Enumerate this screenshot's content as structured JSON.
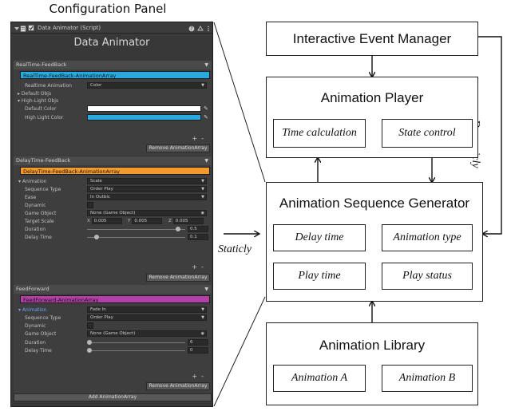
{
  "panel_title": "Configuration Panel",
  "inspector": {
    "component_name": "Data Animator (Script)",
    "header_icons": [
      "help-icon",
      "preset-icon",
      "kebab-menu-icon"
    ],
    "title": "Data Animator",
    "plus_label": "+",
    "minus_label": "-",
    "sections": {
      "realtime": {
        "header": "RealTime-FeedBack",
        "array_name": "RealTime-FeedBack-AnimationArray",
        "array_color": "#29a9e0",
        "realtime_animation_label": "Realtime Animation",
        "realtime_animation_value": "Color",
        "default_objs_label": "Default Objs",
        "highlight_objs_label": "High-Light Objs",
        "default_color_label": "Default Color",
        "default_color": "#ffffff",
        "highlight_color_label": "High Light Color",
        "highlight_color": "#29a9e0",
        "remove_button": "Remove AnimationArray"
      },
      "delay": {
        "header": "DelayTime-FeedBack",
        "array_name": "DelayTime-FeedBack-AnimationArray",
        "array_color": "#f39a2e",
        "animation_label": "Animation",
        "animation_value": "Scale",
        "sequence_type_label": "Sequence Type",
        "sequence_type_value": "Order Play",
        "ease_label": "Ease",
        "ease_value": "In Outbic",
        "dynamic_label": "Dynamic",
        "game_object_label": "Game Object",
        "game_object_value": "None (Game Object)",
        "target_scale_label": "Target Scale",
        "target_scale": {
          "x": "0.005",
          "y": "0.005",
          "z": "0.005"
        },
        "duration_label": "Duration",
        "duration_value": "0.5",
        "duration_fraction": 0.95,
        "delay_time_label": "Delay Time",
        "delay_time_value": "0.1",
        "delay_time_fraction": 0.08,
        "remove_button": "Remove AnimationArray"
      },
      "feedforward": {
        "header": "FeedForward",
        "array_name": "FeedForward-AnimationArray",
        "array_color": "#b43fa8",
        "animation_label": "Animation",
        "animation_value": "Fade In",
        "sequence_type_label": "Sequence Type",
        "sequence_type_value": "Order Play",
        "dynamic_label": "Dynamic",
        "game_object_label": "Game Object",
        "game_object_value": "None (Game Object)",
        "duration_label": "Duration",
        "duration_value": "6",
        "duration_fraction": 0.0,
        "delay_time_label": "Delay Time",
        "delay_time_value": "0",
        "delay_time_fraction": 0.0,
        "remove_button": "Remove AnimationArray"
      }
    },
    "add_button": "Add AnimationArray"
  },
  "diagram": {
    "interactive_event_manager": "Interactive Event Manager",
    "animation_player": {
      "title": "Animation Player",
      "items": [
        "Time calculation",
        "State control"
      ]
    },
    "animation_sequence_generator": {
      "title": "Animation Sequence Generator",
      "items": [
        "Delay time",
        "Animation type",
        "Play time",
        "Play status"
      ]
    },
    "animation_library": {
      "title": "Animation Library",
      "items": [
        "Animation A",
        "Animation B"
      ]
    },
    "label_statically": "Staticly",
    "label_dynamically": "Dynamicly"
  }
}
